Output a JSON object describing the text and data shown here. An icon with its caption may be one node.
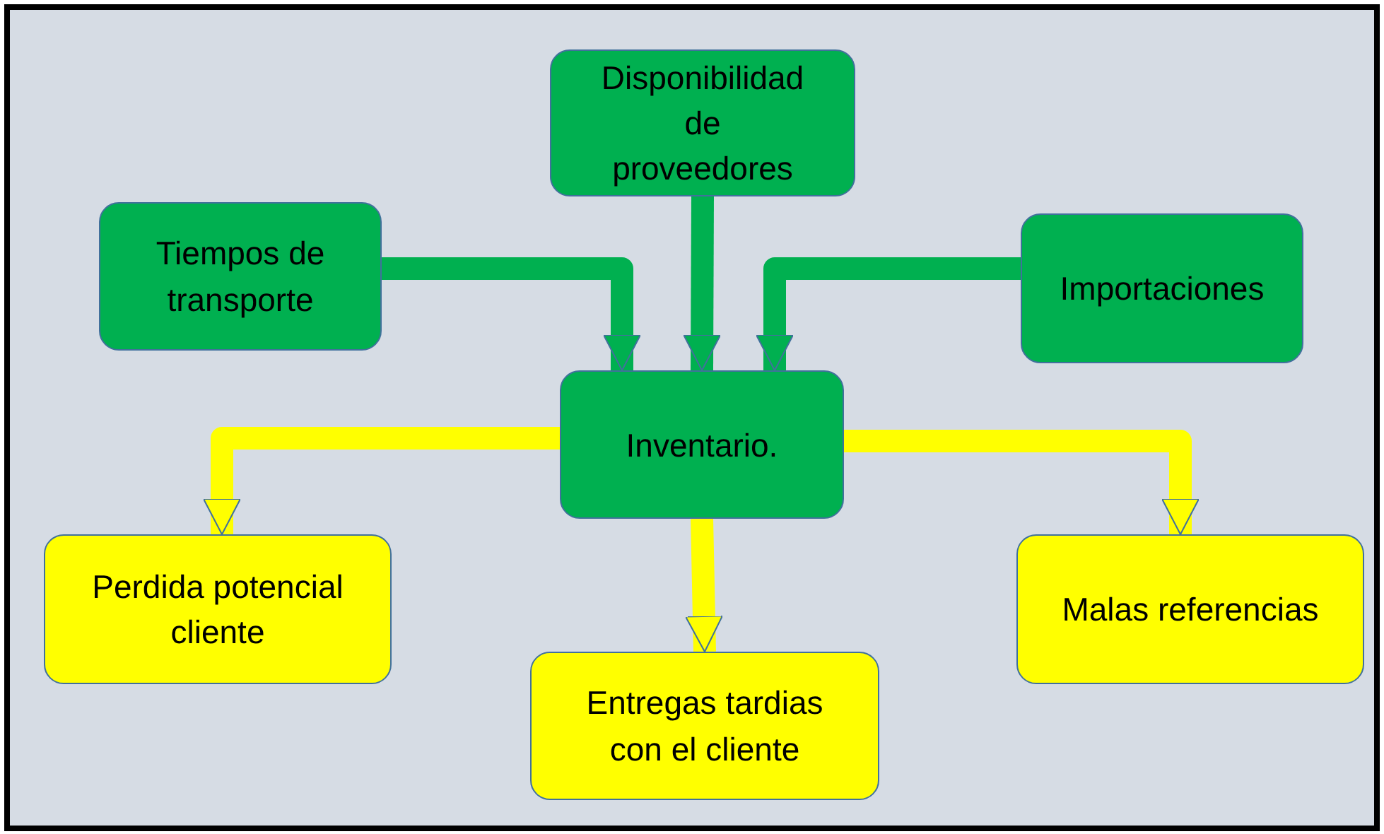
{
  "diagram": {
    "nodes": [
      {
        "text": [
          "Disponibilidad de proveedores"
        ]
      },
      {
        "text": [
          "Tiempos de transporte"
        ]
      },
      {
        "text": [
          "Importaciones"
        ]
      },
      {
        "text": [
          "Inventario."
        ]
      },
      {
        "text": [
          "Perdida potencial cliente"
        ]
      },
      {
        "text": [
          "Entregas tardias con el cliente"
        ]
      },
      {
        "text": [
          "Malas referencias"
        ]
      }
    ],
    "edges": [
      {
        "from": 1,
        "to": 3,
        "arrow": "to"
      },
      {
        "from": 0,
        "to": 3,
        "arrow": "to"
      },
      {
        "from": 2,
        "to": 3,
        "arrow": "to"
      },
      {
        "from": 3,
        "to": 4,
        "arrow": "to",
        "color": "#ffff00"
      },
      {
        "from": 3,
        "to": 5,
        "arrow": "to",
        "color": "#ffff00"
      },
      {
        "from": 3,
        "to": 6,
        "arrow": "to",
        "color": "#ffff00"
      }
    ]
  }
}
